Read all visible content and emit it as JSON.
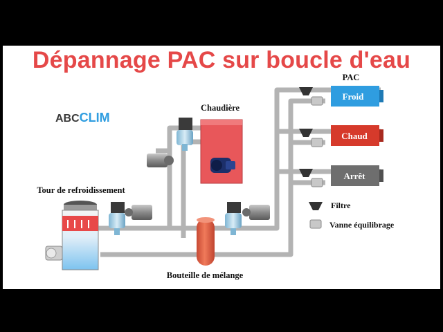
{
  "title": "Dépannage PAC sur boucle d'eau",
  "brand": {
    "part1": "ABC",
    "part2": "CLIM"
  },
  "labels": {
    "boiler": "Chaudière",
    "cooling_tower": "Tour de refroidissement",
    "mixing_bottle": "Bouteille de mélange",
    "pac": "PAC"
  },
  "pac_units": [
    {
      "label": "Froid",
      "color": "#2f9de0"
    },
    {
      "label": "Chaud",
      "color": "#d63a2b"
    },
    {
      "label": "Arrêt",
      "color": "#6e6e6e"
    }
  ],
  "legend": {
    "filter": "Filtre",
    "balancing_valve": "Vanne équilibrage"
  },
  "colors": {
    "title": "#e54848",
    "pipe": "#b4b4b4",
    "boiler": "#e8575a",
    "bottle": "#e86648",
    "brand_dark": "#3a3a3a",
    "brand_accent": "#2f9de0"
  }
}
